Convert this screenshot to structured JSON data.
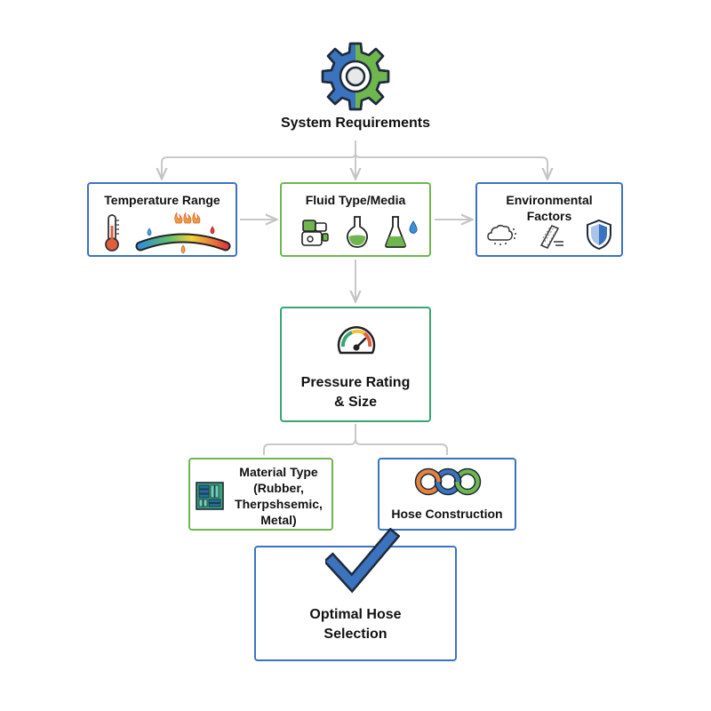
{
  "root": {
    "label": "System Requirements",
    "icon": "gear-icon"
  },
  "row1": [
    {
      "label": "Temperature Range",
      "icons": [
        "thermometer-icon",
        "temperature-gauge-icon"
      ]
    },
    {
      "label": "Fluid Type/Media",
      "icons": [
        "fluid-container-icon",
        "round-flask-icon",
        "conical-flask-icon"
      ]
    },
    {
      "label_lines": [
        "Environmental",
        "Factors"
      ],
      "icons": [
        "weather-icon",
        "abrasion-icon",
        "shield-icon"
      ]
    }
  ],
  "pressure": {
    "label_lines": [
      "Pressure Rating",
      "& Size"
    ],
    "icon": "pressure-gauge-icon"
  },
  "material": {
    "label_lines": [
      "Material Type",
      "(Rubber,",
      "Therpshsemic,",
      "Metal)"
    ],
    "icon": "material-layers-icon"
  },
  "construction": {
    "label": "Hose Construction",
    "icon": "chain-links-icon"
  },
  "result": {
    "label_lines": [
      "Optimal Hose",
      "Selection"
    ],
    "icon": "checkmark-icon"
  },
  "colors": {
    "blue": "#3b73bf",
    "green": "#6fb64e",
    "teal": "#3aa572",
    "connector": "#c8c8c8"
  }
}
